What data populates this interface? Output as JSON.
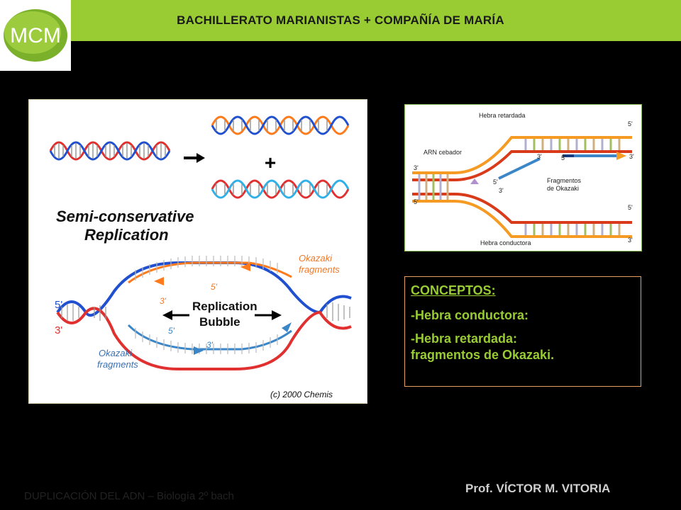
{
  "header": {
    "title": "BACHILLERATO MARIANISTAS + COMPAÑÍA DE MARÍA",
    "logo_text": "MCM",
    "bar_color": "#99cc33"
  },
  "figure_left": {
    "heading_line1": "Semi-conservative",
    "heading_line2": "Replication",
    "bubble_line1": "Replication",
    "bubble_line2": "Bubble",
    "okazaki_top_line1": "Okazaki",
    "okazaki_top_line2": "fragments",
    "okazaki_bottom_line1": "Okazaki",
    "okazaki_bottom_line2": "fragments",
    "five_prime": "5'",
    "three_prime": "3'",
    "inner_top_5": "5'",
    "inner_top_3": "3'",
    "inner_bottom_5": "5'",
    "inner_bottom_3": "3'",
    "plus": "+",
    "credit": "(c) 2000 Chemis"
  },
  "figure_right": {
    "lagging_label": "Hebra retardada",
    "primer_label": "ARN cebador",
    "fragments_line1": "Fragmentos",
    "fragments_line2": "de Okazaki",
    "leading_label": "Hebra conductora",
    "p5_top": "5'",
    "p3_left_top": "3'",
    "p3_mid": "3'",
    "p5_mid": "5'",
    "p3_right": "3'",
    "p5_inner": "5'",
    "p3_inner": "3'",
    "p5_left_bottom": "5'",
    "p5_bottom": "5'",
    "p3_bottom": "3'"
  },
  "concepts": {
    "heading": "CONCEPTOS:",
    "item1": "-Hebra conductora:",
    "item2_line1": "-Hebra retardada:",
    "item2_line2": "fragmentos de Okazaki."
  },
  "footer": {
    "author": "Prof. VÍCTOR M. VITORIA",
    "course": "DUPLICACIÓN DEL ADN – Biología 2º bach"
  }
}
